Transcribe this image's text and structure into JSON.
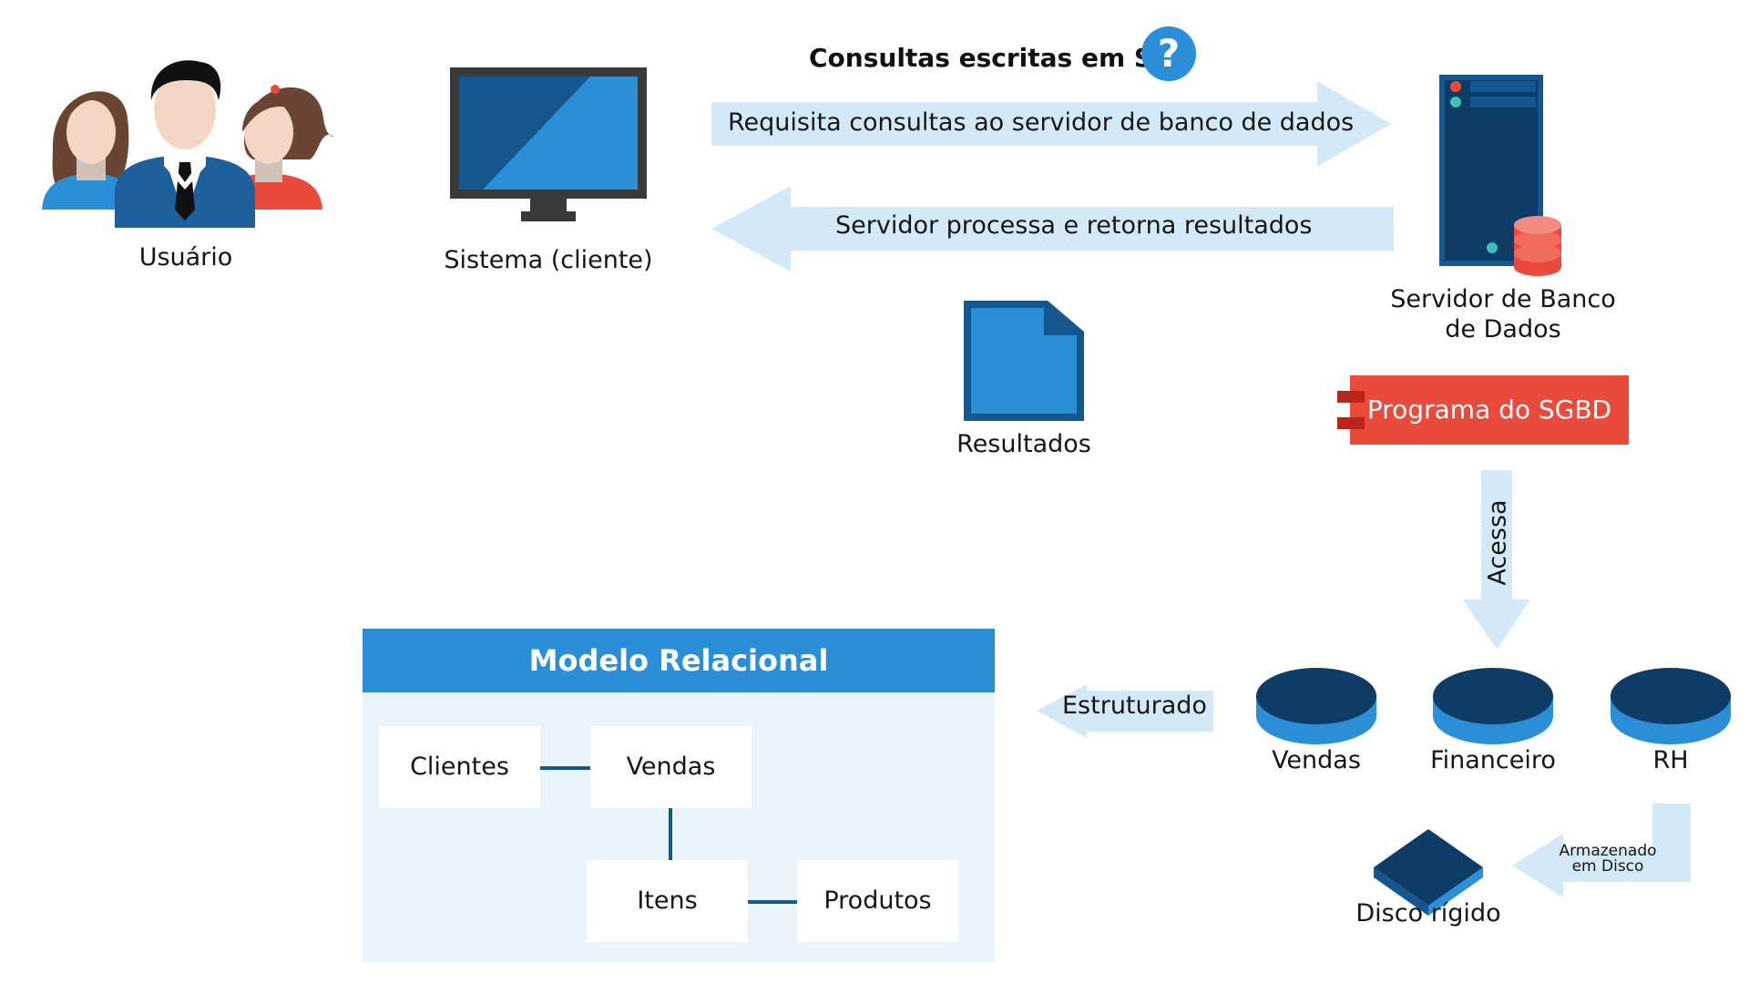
{
  "top": {
    "title": "Consultas escritas em SQL",
    "help_symbol": "?",
    "request_arrow": "Requisita consultas ao servidor de banco de dados",
    "response_arrow": "Servidor processa e retorna resultados"
  },
  "nodes": {
    "user": "Usuário",
    "client": "Sistema (cliente)",
    "server_line1": "Servidor de Banco",
    "server_line2": "de Dados",
    "results": "Resultados",
    "sgbd": "Programa do SGBD",
    "access_arrow": "Acessa"
  },
  "databases": [
    "Vendas",
    "Financeiro",
    "RH"
  ],
  "storage": {
    "arrow_line1": "Armazenado",
    "arrow_line2": "em Disco",
    "disk": "Disco rígido"
  },
  "model": {
    "structured_arrow": "Estruturado",
    "title": "Modelo Relacional",
    "entities": [
      "Clientes",
      "Vendas",
      "Itens",
      "Produtos"
    ]
  },
  "colors": {
    "primary_blue": "#2a8fd6",
    "dark_blue": "#14578f",
    "navy": "#0d3d66",
    "arrow_light": "#d4e9f7",
    "accent_red": "#ea4a3c",
    "panel_bg": "#e8f3fb"
  }
}
